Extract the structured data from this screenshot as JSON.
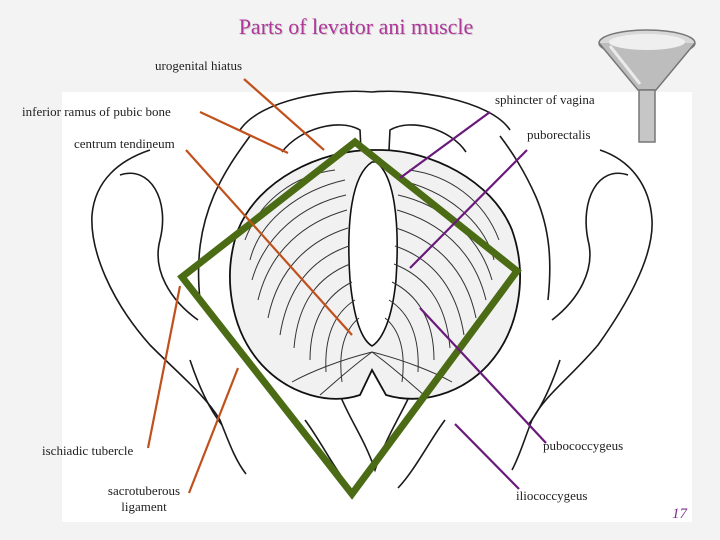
{
  "slide": {
    "title": "Parts of levator ani muscle",
    "page_number": "17"
  },
  "labels": {
    "urogenital_hiatus": "urogenital hiatus",
    "inferior_ramus": "inferior ramus of pubic bone",
    "centrum_tendineum": "centrum tendineum",
    "ischiadic_tubercle": "ischiadic tubercle",
    "sacrotuberous_ligament": "sacrotuberous ligament",
    "sphincter_of_vagina": "sphincter of vagina",
    "puborectalis": "puborectalis",
    "pubococcygeus": "pubococcygeus",
    "iliococcygeus": "iliococcygeus"
  },
  "colors": {
    "title": "#b0379a",
    "left_leader": "#c0511c",
    "right_leader": "#6a1a7a",
    "rhombus": "#4b6b14",
    "page_number": "#7a2a8c"
  },
  "icons": {
    "corner": "funnel-icon"
  }
}
